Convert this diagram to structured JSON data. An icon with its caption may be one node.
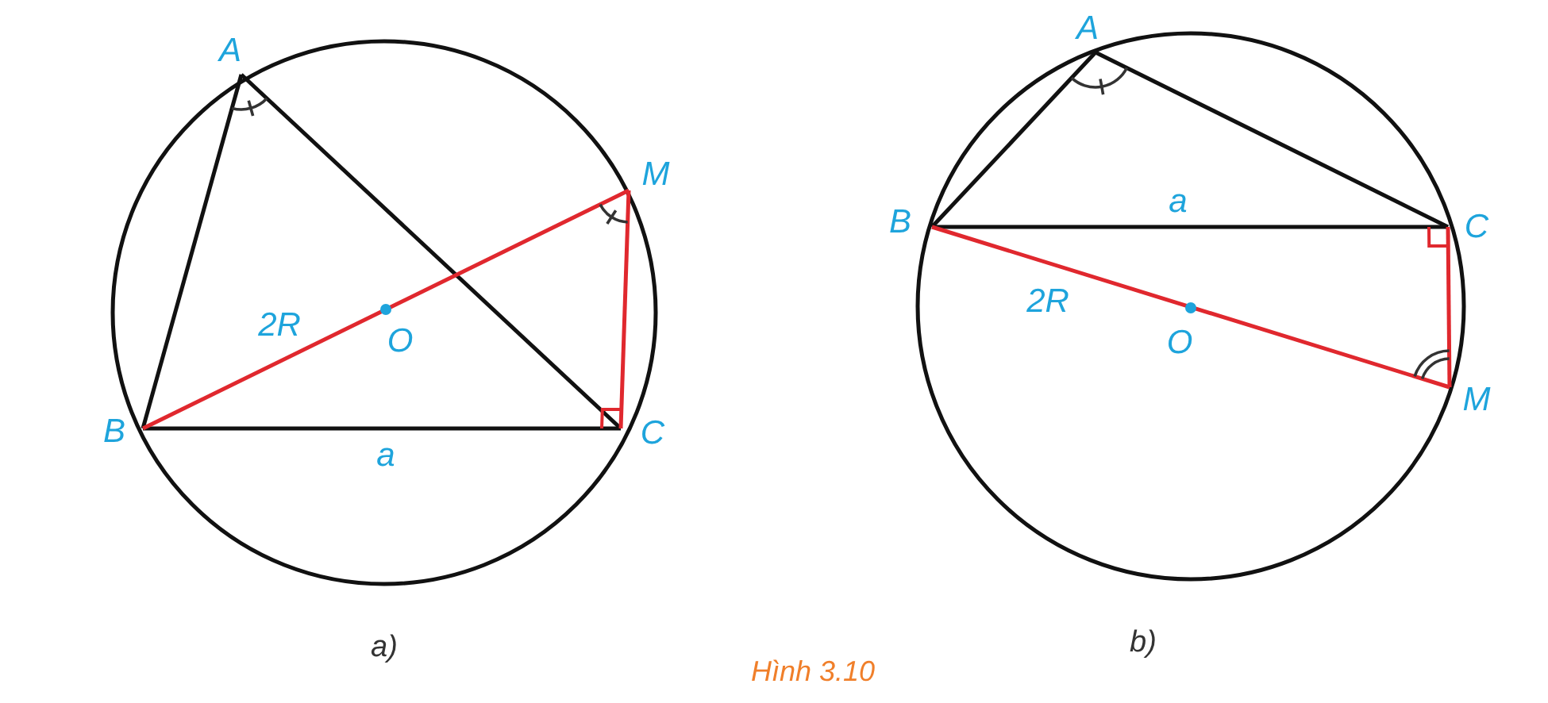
{
  "diagram": {
    "caption": "Hình 3.10",
    "labels": [
      "A",
      "M",
      "2R",
      "O",
      "B",
      "a",
      "C",
      "a)",
      "A",
      "B",
      "a",
      "C",
      "2R",
      "O",
      "M",
      "b)"
    ]
  }
}
